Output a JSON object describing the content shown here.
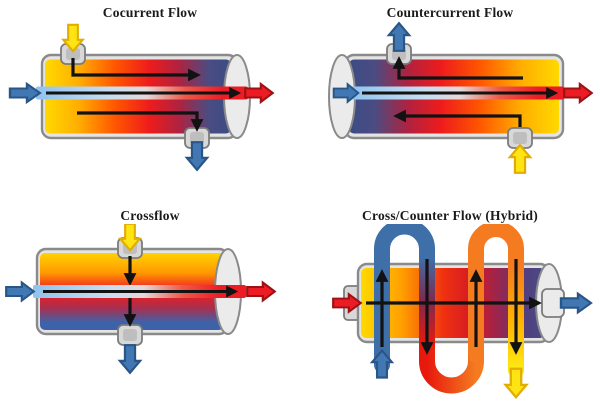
{
  "panels": [
    {
      "id": "cocurrent",
      "title": "Cocurrent Flow",
      "flows": [
        {
          "name": "shell-hot-inlet",
          "color": "yellow",
          "position": "top-left",
          "direction": "down"
        },
        {
          "name": "shell-hot-outlet",
          "color": "blue",
          "position": "bottom-right",
          "direction": "down"
        },
        {
          "name": "tube-cold-inlet",
          "color": "blue",
          "position": "left",
          "direction": "right"
        },
        {
          "name": "tube-hot-outlet",
          "color": "red",
          "position": "right",
          "direction": "right"
        },
        {
          "name": "internal-shell-flow",
          "direction": "left-to-right"
        }
      ]
    },
    {
      "id": "countercurrent",
      "title": "Countercurrent Flow",
      "flows": [
        {
          "name": "shell-hot-inlet",
          "color": "yellow",
          "position": "bottom-right",
          "direction": "up"
        },
        {
          "name": "shell-hot-outlet",
          "color": "blue",
          "position": "top-left",
          "direction": "up"
        },
        {
          "name": "tube-cold-inlet",
          "color": "blue",
          "position": "left",
          "direction": "right"
        },
        {
          "name": "tube-hot-outlet",
          "color": "red",
          "position": "right",
          "direction": "right"
        },
        {
          "name": "internal-shell-flow",
          "direction": "right-to-left"
        }
      ]
    },
    {
      "id": "crossflow",
      "title": "Crossflow",
      "flows": [
        {
          "name": "shell-hot-inlet",
          "color": "yellow",
          "position": "top-center",
          "direction": "down"
        },
        {
          "name": "shell-hot-outlet",
          "color": "blue",
          "position": "bottom-center",
          "direction": "down"
        },
        {
          "name": "tube-cold-inlet",
          "color": "blue",
          "position": "left",
          "direction": "right"
        },
        {
          "name": "tube-hot-outlet",
          "color": "red",
          "position": "right",
          "direction": "right"
        },
        {
          "name": "internal-shell-flow",
          "direction": "top-to-bottom"
        }
      ]
    },
    {
      "id": "hybrid",
      "title": "Cross/Counter Flow (Hybrid)",
      "flows": [
        {
          "name": "shell-hot-inlet",
          "color": "red",
          "position": "left",
          "direction": "right"
        },
        {
          "name": "shell-cold-outlet",
          "color": "blue",
          "position": "right",
          "direction": "right"
        },
        {
          "name": "coil-inlet",
          "color": "blue",
          "position": "bottom-left",
          "direction": "up"
        },
        {
          "name": "coil-outlet",
          "color": "yellow",
          "position": "bottom-right",
          "direction": "down"
        },
        {
          "name": "serpentine-passes",
          "directions": [
            "up",
            "down",
            "up",
            "down"
          ]
        }
      ]
    }
  ],
  "palette": {
    "background": "#ffffff",
    "title_text": "#1a1a1a",
    "black_arrow": "#121212",
    "blue": "#4178B4",
    "blue_dark": "#2A5687",
    "red": "#EC1C24",
    "red_dark": "#9E1115",
    "yellow": "#FFE414",
    "yellow_dark": "#E2AC00",
    "shell": "#E4E4E4",
    "shell_stroke": "#8A8A8A",
    "cap": "#EBEBEB",
    "collar": "#D8D8D8",
    "collar_stroke": "#7C7C7C",
    "collar_inner": "#BEBEBE",
    "tube_blue": "#3E6FA8",
    "tube_mid": "#7E2A50",
    "tube_red": "#E8190C",
    "tube_orange": "#F47B20",
    "tube_amber": "#FFB400",
    "tube_yellow": "#FFE612",
    "hot": [
      "#FFD900",
      "#FFAE00",
      "#FF5500",
      "#EE1C1C",
      "#AF2240",
      "#4A4C82",
      "#3C4C85"
    ],
    "cross": [
      "#FFD200",
      "#FF9800",
      "#F33020",
      "#E81E24",
      "#A63050",
      "#3E62A8",
      "#3E62A8"
    ],
    "hybrid": [
      "#FFD900",
      "#FFA000",
      "#F03010",
      "#D01828",
      "#8A2A58",
      "#523F7E",
      "#454E88"
    ],
    "band": [
      "#8FC3EE",
      "#C6DDF0",
      "#E3D9DA",
      "#EE5A4A",
      "#ED1C24",
      "#ED1C24"
    ]
  }
}
